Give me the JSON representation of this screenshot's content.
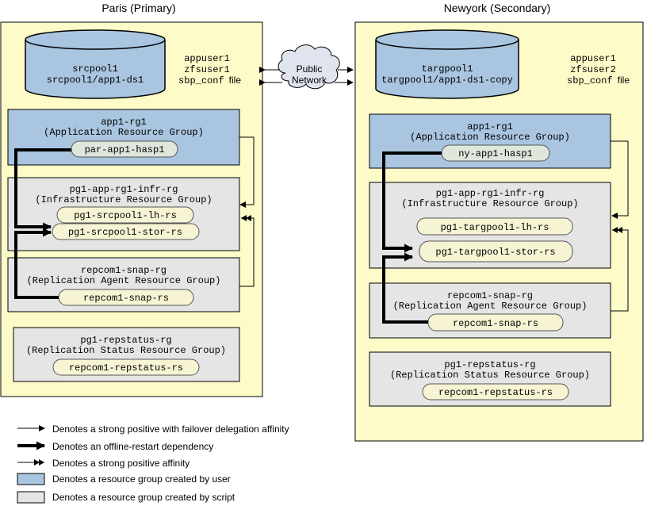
{
  "colors": {
    "site_fill": "#fdfbc8",
    "user_group": "#a9c5e0",
    "script_group": "#e5e5e5",
    "pill": "#f7f4d4",
    "pill_blue": "#dfe6dc",
    "storage": "#a9c5e0",
    "cloud": "#dfe4ee"
  },
  "primary": {
    "title": "Paris (Primary)",
    "storage": {
      "line1": "srcpool1",
      "line2": "srcpool1/app1-ds1"
    },
    "info": {
      "line1": "appuser1",
      "line2": "zfsuser1",
      "line3_mono": "sbp_conf",
      "line3_sans": "file"
    },
    "app_group": {
      "name": "app1-rg1",
      "desc": "(Application Resource Group)",
      "res": "par-app1-hasp1"
    },
    "infra_group": {
      "name": "pg1-app-rg1-infr-rg",
      "desc": "(Infrastructure Resource Group)",
      "res1": "pg1-srcpool1-lh-rs",
      "res2": "pg1-srcpool1-stor-rs"
    },
    "rep_group": {
      "name": "repcom1-snap-rg",
      "desc": "(Replication Agent Resource Group)",
      "res": "repcom1-snap-rs"
    },
    "status_group": {
      "name": "pg1-repstatus-rg",
      "desc": "(Replication Status Resource Group)",
      "res": "repcom1-repstatus-rs"
    }
  },
  "secondary": {
    "title": "Newyork (Secondary)",
    "storage": {
      "line1": "targpool1",
      "line2": "targpool1/app1-ds1-copy"
    },
    "info": {
      "line1": "appuser1",
      "line2": "zfsuser2",
      "line3_mono": "sbp_conf",
      "line3_sans": "file"
    },
    "app_group": {
      "name": "app1-rg1",
      "desc": "(Application Resource Group)",
      "res": "ny-app1-hasp1"
    },
    "infra_group": {
      "name": "pg1-app-rg1-infr-rg",
      "desc": "(Infrastructure Resource Group)",
      "res1": "pg1-targpool1-lh-rs",
      "res2": "pg1-targpool1-stor-rs"
    },
    "rep_group": {
      "name": "repcom1-snap-rg",
      "desc": "(Replication Agent Resource Group)",
      "res": "repcom1-snap-rs"
    },
    "status_group": {
      "name": "pg1-repstatus-rg",
      "desc": "(Replication Status Resource Group)",
      "res": "repcom1-repstatus-rs"
    }
  },
  "network": {
    "line1": "Public",
    "line2": "Network"
  },
  "legend": {
    "failover": "Denotes a strong positive with failover delegation affinity",
    "offline_restart": "Denotes an offline-restart dependency",
    "strong_positive": "Denotes a strong positive affinity",
    "user_group": "Denotes a resource group created by user",
    "script_group": "Denotes a resource group created by script"
  }
}
